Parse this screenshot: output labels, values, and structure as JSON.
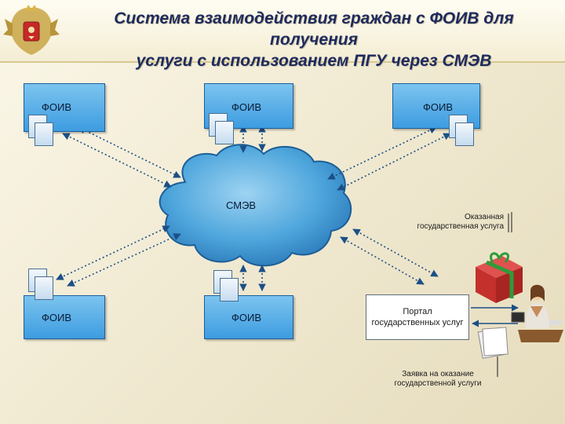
{
  "title": {
    "line1": "Система взаимодействия граждан с ФОИВ для получения",
    "line2": "услуги с использованием ПГУ через СМЭВ"
  },
  "nodes": {
    "foiv_top_left": "ФОИВ",
    "foiv_top_center": "ФОИВ",
    "foiv_top_right": "ФОИВ",
    "foiv_bottom_left": "ФОИВ",
    "foiv_bottom_center": "ФОИВ",
    "cloud": "СМЭВ",
    "portal": "Портал государственных услуг"
  },
  "labels": {
    "service_provided_line1": "Оказанная",
    "service_provided_line2": "государственная услуга",
    "application_line1": "Заявка на оказание",
    "application_line2": "государственной услуги"
  },
  "colors": {
    "box_fill": "#4aa8e6",
    "cloud_fill": "#3d95cf",
    "title": "#1e2a5e",
    "arrow": "#1c4f86"
  },
  "icons": [
    "coat-of-arms-icon",
    "document-icon",
    "gift-box-icon",
    "user-at-computer-icon",
    "paper-stack-icon"
  ]
}
